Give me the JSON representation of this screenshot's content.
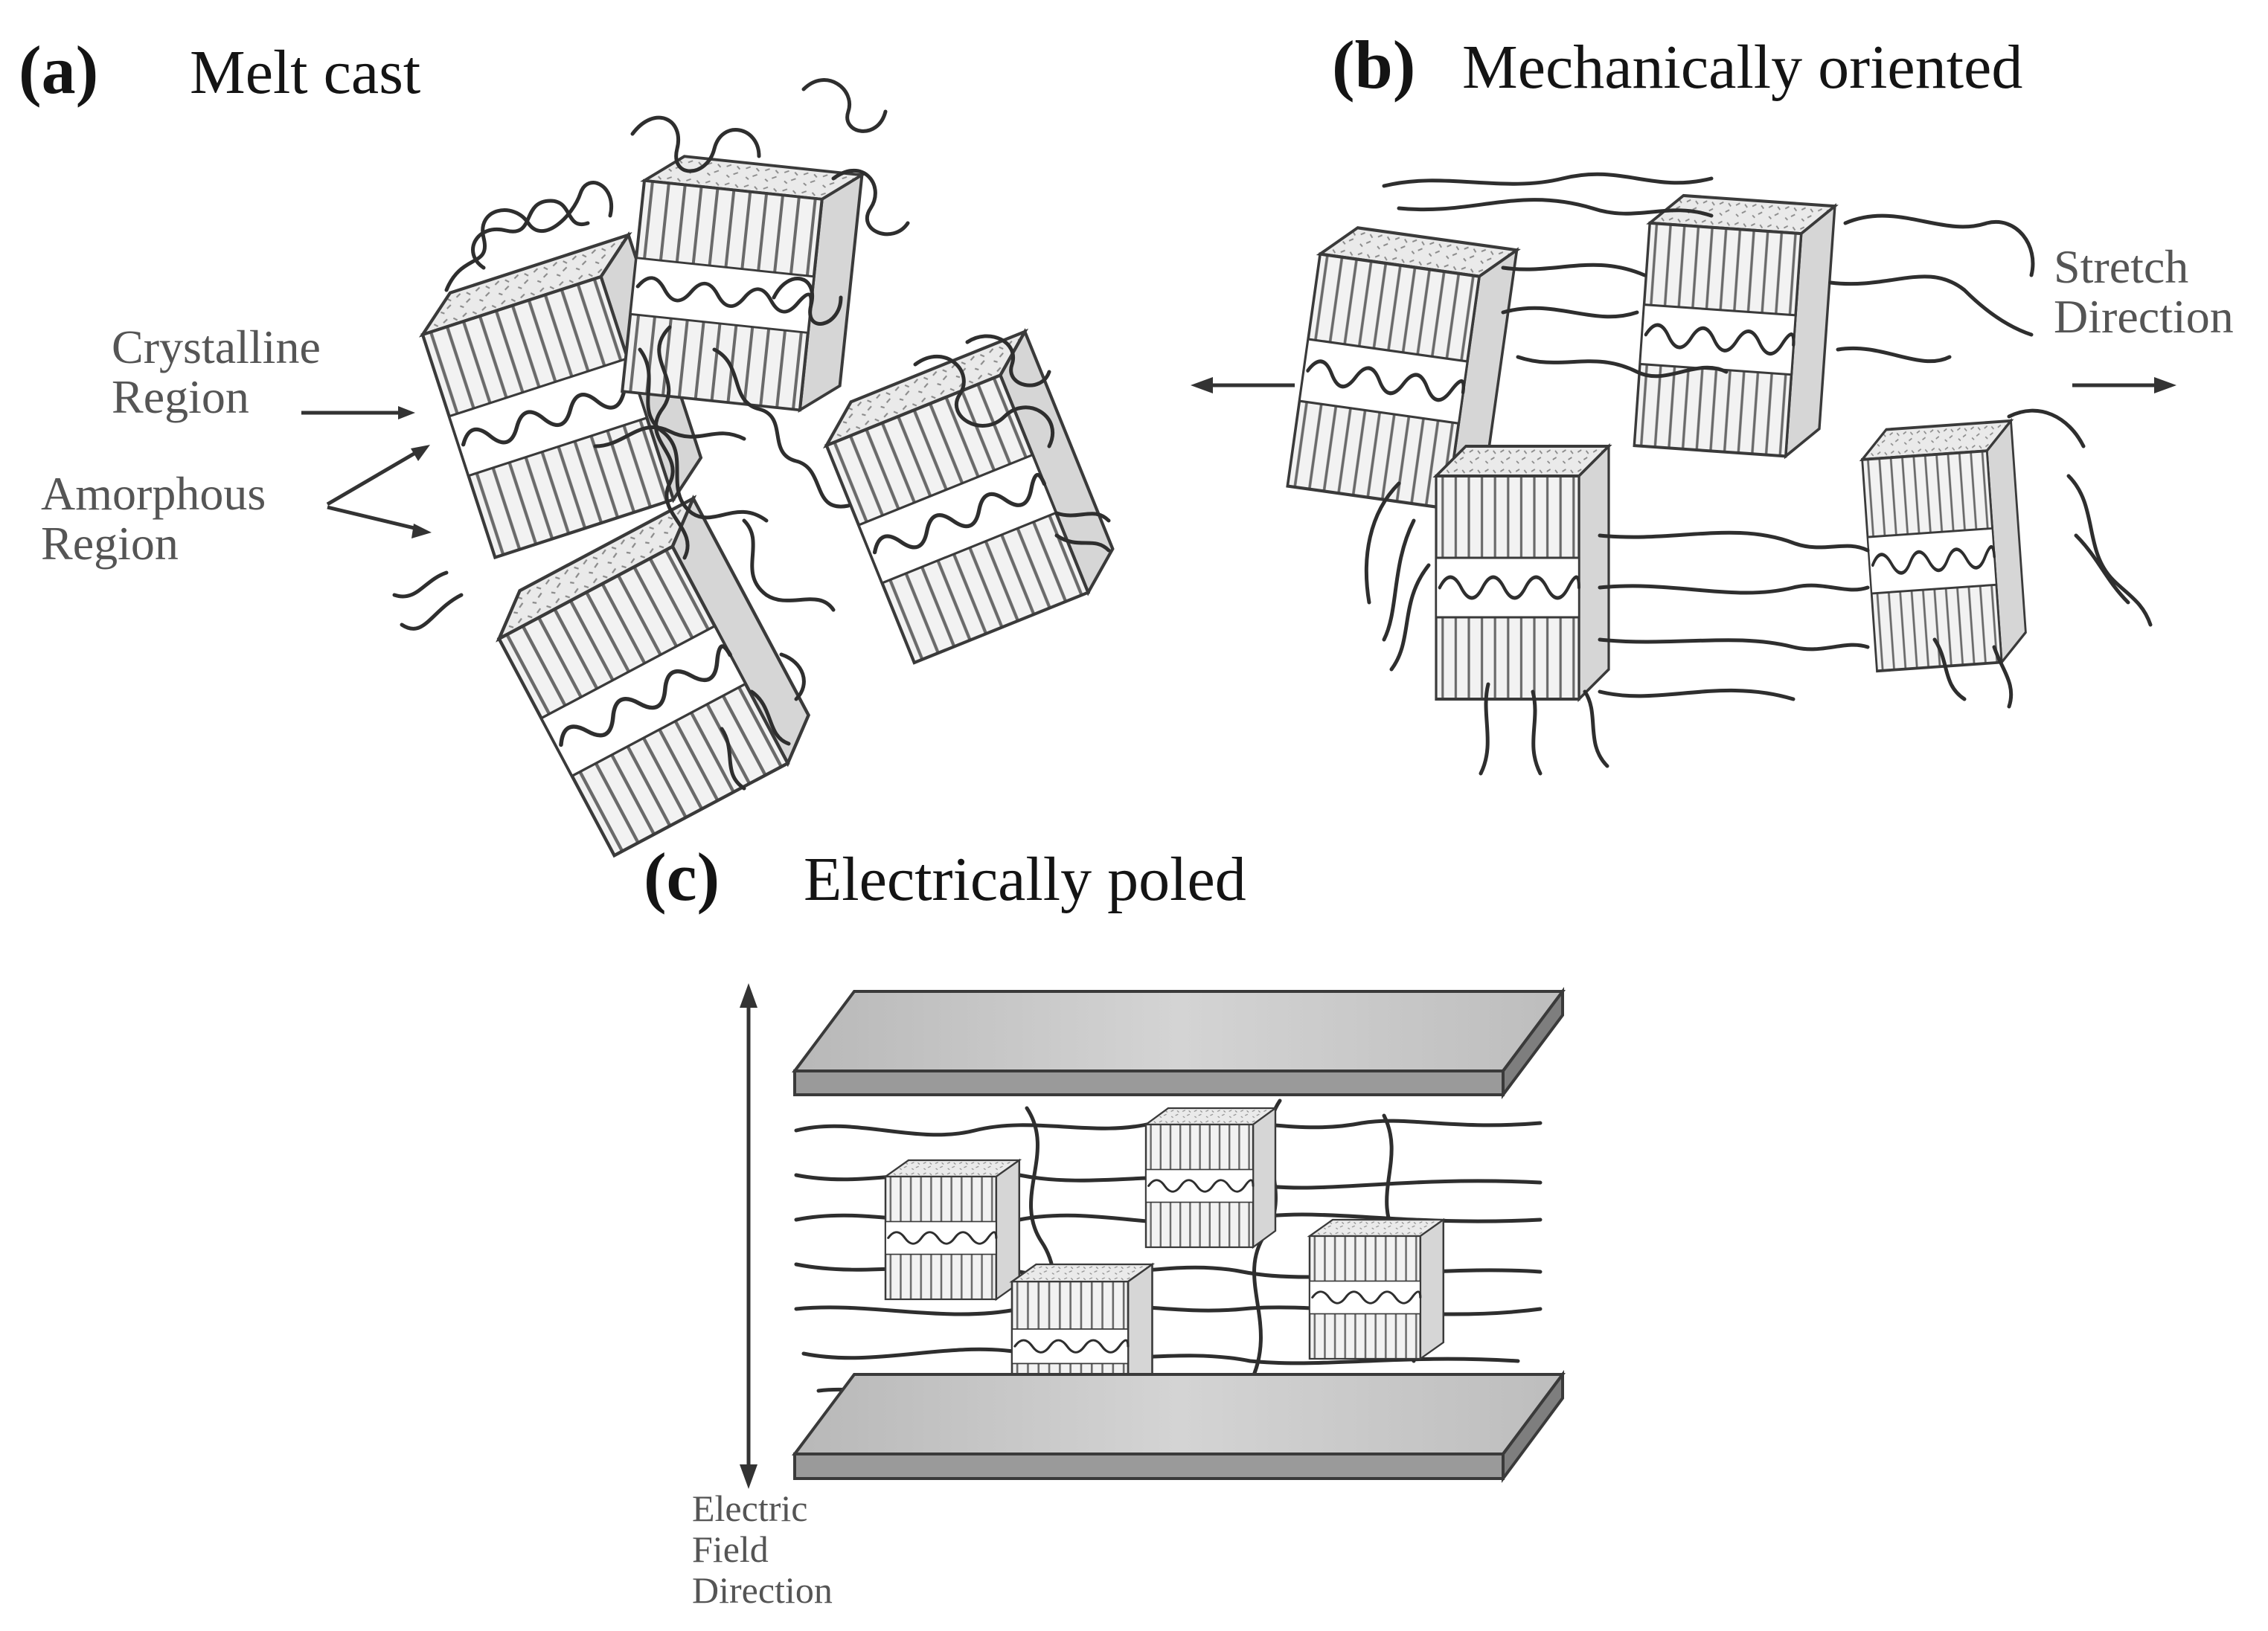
{
  "panels": [
    {
      "letter": "(a)",
      "title": "Melt cast"
    },
    {
      "letter": "(b)",
      "title": "Mechanically oriented"
    },
    {
      "letter": "(c)",
      "title": "Electrically poled"
    }
  ],
  "labels": {
    "crystalline": [
      "Crystalline",
      "Region"
    ],
    "amorphous": [
      "Amorphous",
      "Region"
    ],
    "stretch": [
      "Stretch",
      "Direction"
    ],
    "field": [
      "Electric",
      "Field",
      "Direction"
    ]
  },
  "colors": {
    "ink": "#141414",
    "label_gray": "#555555",
    "plate_fill": "#c8c8c8",
    "plate_side": "#8c8c8c",
    "crystal_face": "#efefef",
    "crystal_side": "#d6d6d6"
  }
}
